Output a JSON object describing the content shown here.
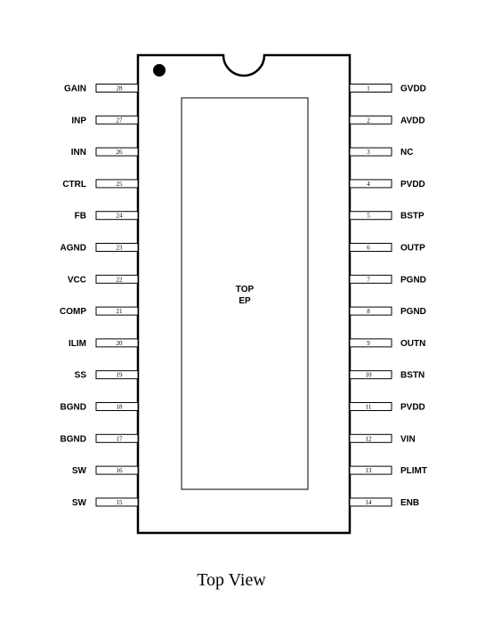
{
  "package": {
    "exposed_pad_line1": "TOP",
    "exposed_pad_line2": "EP",
    "caption": "Top View"
  },
  "left_pins": [
    {
      "num": "28",
      "name": "GAIN"
    },
    {
      "num": "27",
      "name": "INP"
    },
    {
      "num": "26",
      "name": "INN"
    },
    {
      "num": "25",
      "name": "CTRL"
    },
    {
      "num": "24",
      "name": "FB"
    },
    {
      "num": "23",
      "name": "AGND"
    },
    {
      "num": "22",
      "name": "VCC"
    },
    {
      "num": "21",
      "name": "COMP"
    },
    {
      "num": "20",
      "name": "ILIM"
    },
    {
      "num": "19",
      "name": "SS"
    },
    {
      "num": "18",
      "name": "BGND"
    },
    {
      "num": "17",
      "name": "BGND"
    },
    {
      "num": "16",
      "name": "SW"
    },
    {
      "num": "15",
      "name": "SW"
    }
  ],
  "right_pins": [
    {
      "num": "1",
      "name": "GVDD"
    },
    {
      "num": "2",
      "name": "AVDD"
    },
    {
      "num": "3",
      "name": "NC"
    },
    {
      "num": "4",
      "name": "PVDD"
    },
    {
      "num": "5",
      "name": "BSTP"
    },
    {
      "num": "6",
      "name": "OUTP"
    },
    {
      "num": "7",
      "name": "PGND"
    },
    {
      "num": "8",
      "name": "PGND"
    },
    {
      "num": "9",
      "name": "OUTN"
    },
    {
      "num": "10",
      "name": "BSTN"
    },
    {
      "num": "11",
      "name": "PVDD"
    },
    {
      "num": "12",
      "name": "VIN"
    },
    {
      "num": "13",
      "name": "PLIMT"
    },
    {
      "num": "14",
      "name": "ENB"
    }
  ]
}
